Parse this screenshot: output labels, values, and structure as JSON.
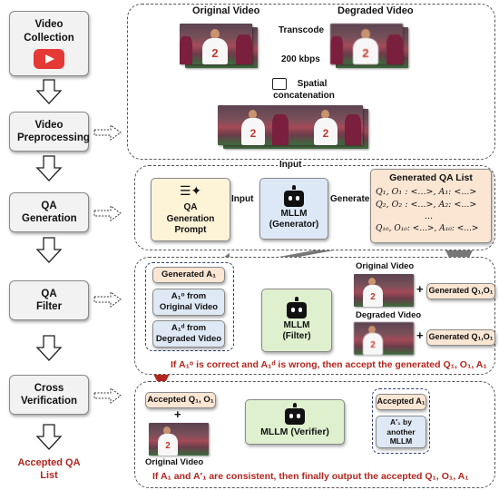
{
  "left_column": {
    "video_collection": "Video Collection",
    "video_preprocessing": "Video Preprocessing",
    "qa_generation": "QA Generation",
    "qa_filter": "QA Filter",
    "cross_verification": "Cross Verification",
    "accepted_list": "Accepted QA List"
  },
  "preprocess": {
    "original_video": "Original Video",
    "degraded_video": "Degraded Video",
    "transcode": "Transcode",
    "bitrate": "200 kbps",
    "spatial_concat": "Spatial concatenation",
    "jersey_number": "2"
  },
  "generation": {
    "input_top": "Input",
    "input_left": "Input",
    "generate": "Generate",
    "prompt_box": "QA Generation Prompt",
    "mllm_name": "MLLM",
    "mllm_role": "(Generator)",
    "list_title": "Generated QA List",
    "list_lines": [
      "Q₁, O₁ : <...>, A₁: <...>",
      "Q₂, O₂ : <...>, A₂: <...>",
      "...",
      "Q₁₀, O₁₀: <...>, A₁₀: <...>"
    ]
  },
  "filter": {
    "generated_a1": "Generated A₁",
    "a1o_from": "A₁ᵒ from",
    "a1o_source": "Original Video",
    "a1d_from": "A₁ᵈ from",
    "a1d_source": "Degraded Video",
    "mllm_name": "MLLM",
    "mllm_role": "(Filter)",
    "original_video": "Original Video",
    "degraded_video": "Degraded Video",
    "generated_q1o1": "Generated Q₁,O₁",
    "generated_q1o1_b": "Generated Q₁,O₁",
    "rule": "If A₁ᵒ is correct and A₁ᵈ is wrong, then accept the generated Q₁, O₁, A₁"
  },
  "verify": {
    "accepted_q1o1": "Accepted Q₁, O₁",
    "plus": "+",
    "original_video": "Original Video",
    "mllm_label": "MLLM (Verifier)",
    "accepted_a1": "Accepted A₁",
    "a1prime_by": "A′₁ by another",
    "a1prime_model": "MLLM",
    "rule": "If A₁ and A′₁ are consistent, then finally output the accepted Q₁, O₁, A₁"
  },
  "colors": {
    "prompt_box": "#fdf3d7",
    "mllm_box": "#dce8f6",
    "qa_list_box": "#fbe6d4",
    "filter_left": "#dfe8f5",
    "verifier_box": "#dff0cf",
    "red_arrow": "#b3261e"
  }
}
